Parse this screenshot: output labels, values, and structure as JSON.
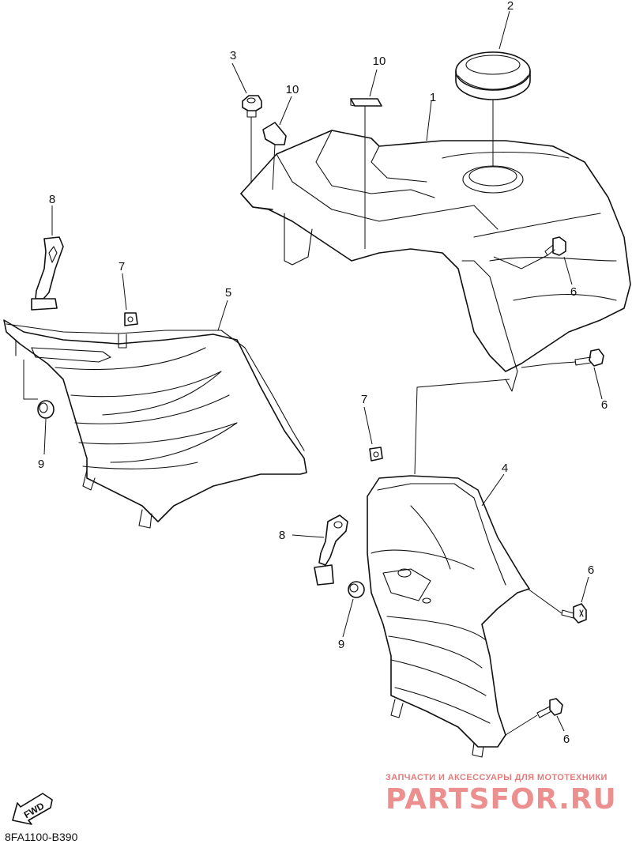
{
  "diagram_code": "8FA1100-B390",
  "watermark": {
    "subtitle": "ЗАПЧАСТИ И АКСЕССУАРЫ ДЛЯ МОТОТЕХНИКИ",
    "brand": "PARTSFOR.RU"
  },
  "fwd_label": "FWD",
  "callouts": {
    "c1": "1",
    "c2": "2",
    "c3": "3",
    "c4": "4",
    "c5": "5",
    "c6a": "6",
    "c6b": "6",
    "c6c": "6",
    "c6d": "6",
    "c7a": "7",
    "c7b": "7",
    "c8a": "8",
    "c8b": "8",
    "c9a": "9",
    "c9b": "9",
    "c10a": "10",
    "c10b": "10"
  }
}
